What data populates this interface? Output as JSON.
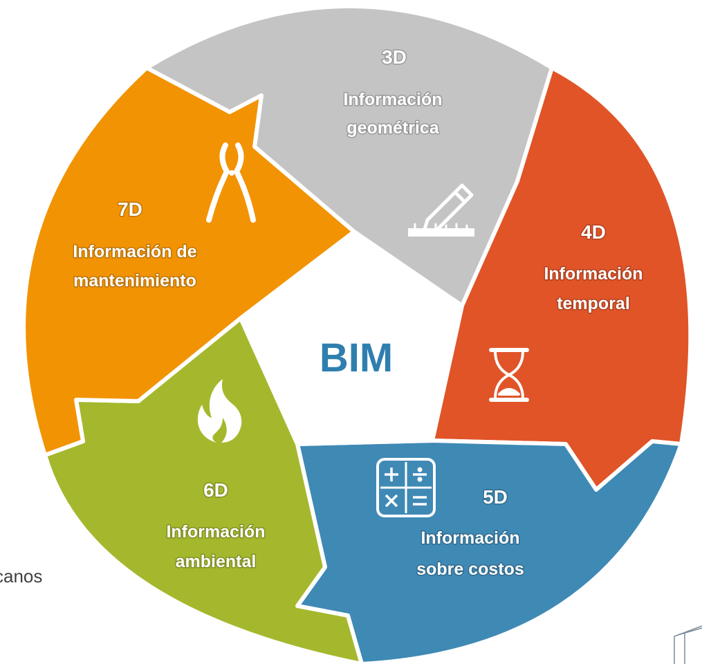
{
  "center": {
    "label": "BIM",
    "color": "#2f7fae"
  },
  "segments": [
    {
      "id": "3d",
      "dimension": "3D",
      "lines": [
        "Información",
        "geométrica"
      ],
      "icon": "pencil-ruler-icon",
      "color": "#c4c4c4"
    },
    {
      "id": "4d",
      "dimension": "4D",
      "lines": [
        "Información",
        "temporal"
      ],
      "icon": "hourglass-icon",
      "color": "#e05428"
    },
    {
      "id": "5d",
      "dimension": "5D",
      "lines": [
        "Información",
        "sobre costos"
      ],
      "icon": "calculator-icon",
      "color": "#3f89b5"
    },
    {
      "id": "6d",
      "dimension": "6D",
      "lines": [
        "Información",
        "ambiental"
      ],
      "icon": "fire-icon",
      "color": "#a5b82d"
    },
    {
      "id": "7d",
      "dimension": "7D",
      "lines": [
        "Información de",
        "mantenimiento"
      ],
      "icon": "pliers-icon",
      "color": "#f29303"
    }
  ],
  "partial_text": "canos"
}
